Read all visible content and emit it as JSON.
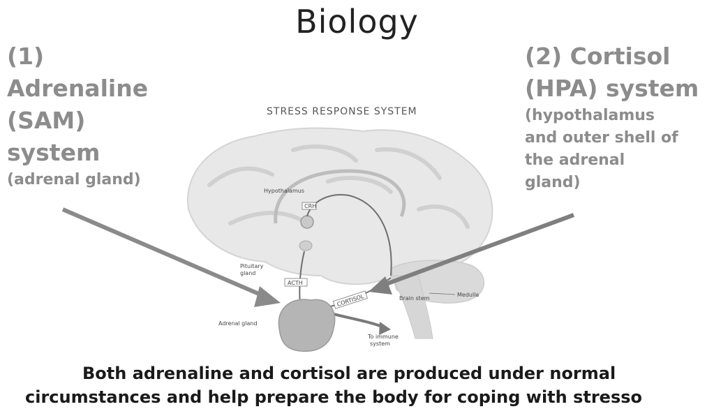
{
  "slide": {
    "title": "Biology"
  },
  "left_panel": {
    "line1": "(1)",
    "line2": "Adrenaline",
    "line3": "(SAM)",
    "line4": "system",
    "line5": "(adrenal gland)"
  },
  "right_panel": {
    "line1": "(2) Cortisol",
    "line2": "(HPA) system",
    "line3": "(hypothalamus",
    "line4": "and outer shell of",
    "line5": "the adrenal",
    "line6": "gland)"
  },
  "diagram": {
    "title": "STRESS RESPONSE SYSTEM",
    "labels": {
      "hypothalamus": "Hypothalamus",
      "crh": "CRH",
      "pituitary_line1": "Pituitary",
      "pituitary_line2": "gland",
      "acth": "ACTH",
      "cortisol": "CORTISOL",
      "brain_stem": "Brain stem",
      "medulla": "Medulla",
      "adrenal_gland": "Adrenal gland",
      "immune_line1": "To immune",
      "immune_line2": "system"
    }
  },
  "caption": {
    "line1": "Both adrenaline and cortisol are produced under normal",
    "line2": "circumstances and help prepare the body for coping with stresso"
  },
  "colors": {
    "side_text": "#8c8c8c",
    "arrow": "#8a8a8a",
    "brain": "#e6e6e6"
  }
}
